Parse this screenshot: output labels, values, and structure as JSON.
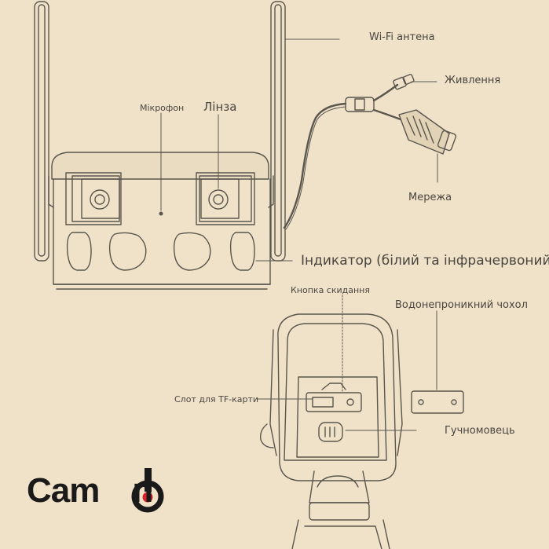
{
  "labels": {
    "wifi_antenna": "Wi-Fi антена",
    "power": "Живлення",
    "microphone": "Мікрофон",
    "lens": "Лінза",
    "network": "Мережа",
    "indicator": "Індикатор (білий та інфрачервоний)",
    "reset_button": "Кнопка скидання",
    "waterproof_cover": "Водонепроникний чохол",
    "tf_slot": "Слот для TF-карти",
    "speaker": "Гучномовець"
  },
  "logo": {
    "left": "Cam",
    "right": "n",
    "ring_color": "#1a1a1a",
    "dot_color": "#d9232a"
  },
  "colors": {
    "background": "#efe2c9",
    "line": "#5a564e",
    "text": "#4a463f"
  },
  "icons": [
    "antenna-icon",
    "camera-lens-icon",
    "power-plug-icon",
    "ethernet-plug-icon"
  ]
}
